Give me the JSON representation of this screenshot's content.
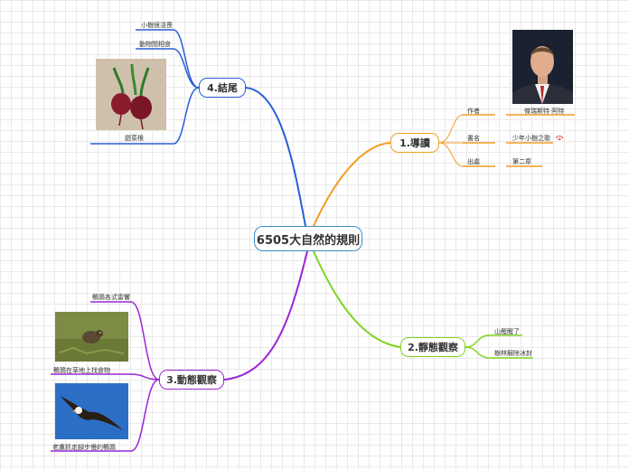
{
  "central": {
    "title": "6505大自然的規則"
  },
  "colors": {
    "central": "#3a8fc9",
    "branch1": "#f39c1f",
    "branch2": "#7ed321",
    "branch3": "#9b25d6",
    "branch4": "#2a5fd6"
  },
  "branch1": {
    "title": "1.導讀",
    "items": [
      {
        "label": "作者",
        "value": "傑瑞斯特·阿特"
      },
      {
        "label": "書名",
        "value": "少年小樹之歌"
      },
      {
        "label": "出處",
        "value": "第二章"
      }
    ]
  },
  "branch2": {
    "title": "2.靜態觀察",
    "items": [
      "山醒醒了",
      "樹林解除冰封"
    ]
  },
  "branch3": {
    "title": "3.動態觀察",
    "items": [
      "鵪鶉各式雷響",
      "鵪鶉在草地上找食物",
      "老鷹抓走腳步慢的鵪鶉"
    ]
  },
  "branch4": {
    "title": "4.結尾",
    "items": [
      "小樹很沮喪",
      "動物間相食",
      "甜菜根"
    ]
  }
}
